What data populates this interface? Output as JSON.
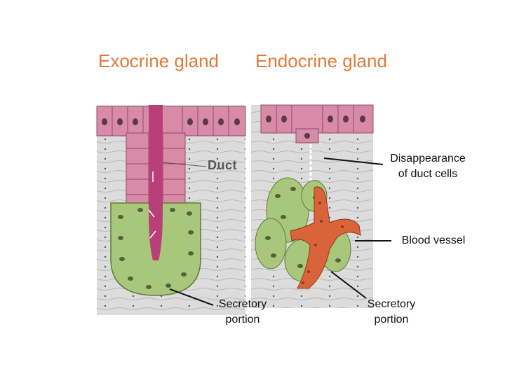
{
  "titles": {
    "exocrine": "Exocrine gland",
    "endocrine": "Endocrine gland"
  },
  "labels": {
    "duct": "Duct",
    "disappearance_line1": "Disappearance",
    "disappearance_line2": "of duct cells",
    "blood_vessel": "Blood vessel",
    "secretory_line1": "Secretory",
    "secretory_line2": "portion"
  },
  "colors": {
    "title": "#e07a3a",
    "epithelium": "#d98aa6",
    "secretory_cells": "#a9c77a",
    "blood_vessel": "#d9643a",
    "connective_tissue": "#d8d8d8"
  }
}
